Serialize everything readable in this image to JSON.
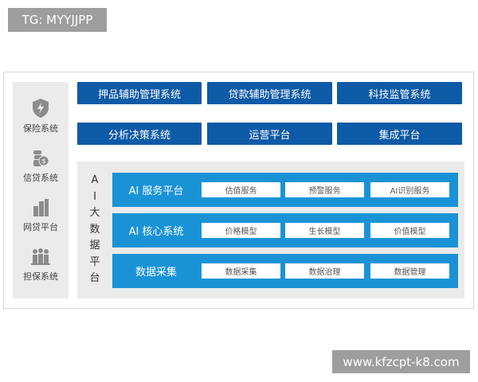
{
  "watermarks": {
    "top_left": "TG: MYYJJPP",
    "bottom_right": "www.kfzcpt-k8.com"
  },
  "sidebar": {
    "items": [
      {
        "label": "保险系统",
        "icon": "shield-lightning-icon"
      },
      {
        "label": "信贷系统",
        "icon": "coins-icon"
      },
      {
        "label": "网贷平台",
        "icon": "buildings-icon"
      },
      {
        "label": "担保系统",
        "icon": "people-icon"
      }
    ]
  },
  "top_systems": {
    "row1": [
      "押品辅助管理系统",
      "贷款辅助管理系统",
      "科技监管系统"
    ],
    "row2": [
      "分析决策系统",
      "运营平台",
      "集成平台"
    ]
  },
  "platform": {
    "vertical_label": [
      "A",
      "I",
      "大",
      "数",
      "据",
      "平",
      "台"
    ],
    "layers": [
      {
        "label": "AI 服务平台",
        "items": [
          "估值服务",
          "预警服务",
          "AI识别服务"
        ]
      },
      {
        "label": "AI 核心系统",
        "items": [
          "价格模型",
          "生长模型",
          "价值模型"
        ]
      },
      {
        "label": "数据采集",
        "items": [
          "数据采集",
          "数据治理",
          "数据管理"
        ]
      }
    ]
  },
  "colors": {
    "dark_blue": "#0d5aa7",
    "light_blue": "#1a93d6",
    "gray": "#ebebeb"
  }
}
